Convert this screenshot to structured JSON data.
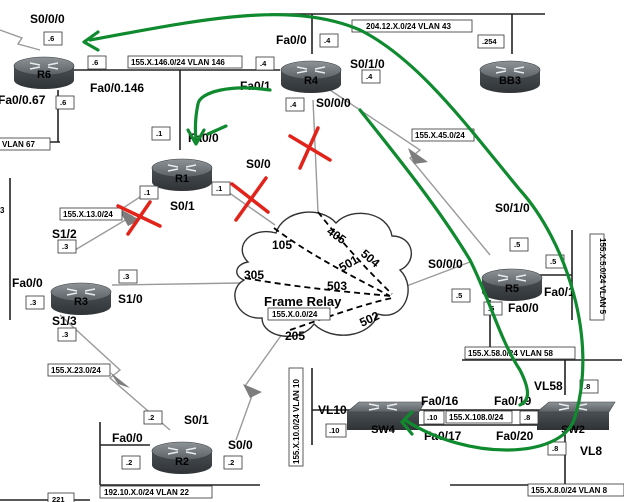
{
  "routers": {
    "r6": "R6",
    "r4": "R4",
    "bb3": "BB3",
    "r1": "R1",
    "r3": "R3",
    "r5": "R5",
    "r2": "R2",
    "sw4": "SW4",
    "sw2": "SW2"
  },
  "labels": {
    "r6_s000": "S0/0/0",
    "r6_fa0067": "Fa0/0.67",
    "r6_fa00146": "Fa0/0.146",
    "r4_fa00": "Fa0/0",
    "r4_s010": "S0/1/0",
    "r4_fa01": "Fa0/1",
    "r4_s000": "S0/0/0",
    "r1_fa00": "Fa0/0",
    "r1_s00": "S0/0",
    "r1_s01": "S0/1",
    "r3_s12": "S1/2",
    "r3_fa00": "Fa0/0",
    "r3_s10": "S1/0",
    "r3_s13": "S1/3",
    "r5_s000_left": "S0/0/0",
    "r5_s010": "S0/1/0",
    "r5_fa01": "Fa0/1",
    "r5_fa00": "Fa0/0",
    "r2_s01": "S0/1",
    "r2_fa00": "Fa0/0",
    "r2_s00": "S0/0",
    "sw4_vl10": "VL10",
    "sw4_fa016": "Fa0/16",
    "sw4_fa017": "Fa0/17",
    "sw2_fa019": "Fa0/19",
    "sw2_fa020": "Fa0/20",
    "sw2_vl58": "VL58",
    "sw2_vl8": "VL8",
    "frame_relay": "Frame Relay"
  },
  "dlci": {
    "d105": "105",
    "d405": "405",
    "d504": "504",
    "d305": "305",
    "d501": "501",
    "d503": "503",
    "d502": "502",
    "d205": "205"
  },
  "subnets": {
    "vlan146": "155.X.146.0/24 VLAN 146",
    "vlan43": "204.12.X.0/24 VLAN 43",
    "vlan67": "VLAN 67",
    "net13": "155.X.13.0/24",
    "net45": "155.X.45.0/24",
    "net5": "155.X.5.0/24 VLAN 5",
    "fr": "155.X.0.0/24",
    "net23": "155.X.23.0/24",
    "vlan58": "155.X.58.0/24 VLAN 58",
    "vlan10": "155.X.10.0/24 VLAN 10",
    "net108": "155.X.108.0/24",
    "vlan22": "192.10.X.0/24 VLAN 22",
    "vlan8": "155.X.8.0/24 VLAN 8",
    "left_cut": "3"
  },
  "hosts": {
    "r6_top": ".6",
    "r6_right": ".6",
    "r6_bottom": ".6",
    "r4_left": ".4",
    "r4_top": ".4",
    "r4_s010": ".4",
    "r4_bottom": ".4",
    "bb3": ".254",
    "r1_top": ".1",
    "r1_left": ".1",
    "r1_right": ".1",
    "r3_top": ".3",
    "r3_right": ".3",
    "r3_left": ".3",
    "r3_bottom": ".3",
    "r5_top": ".5",
    "r5_right": ".5",
    "r5_left": ".5",
    "r5_bottom": ".5",
    "r2_top": ".2",
    "r2_left": ".2",
    "r2_bottom": ".2",
    "sw4_left": ".10",
    "sw4_right": ".10",
    "sw2_left": ".8",
    "sw2_right": ".8",
    "sw2_bottom": ".8",
    "bottom_left_cut": "221"
  },
  "colors": {
    "annotation_green": "#0f8a2e",
    "annotation_red": "#e2231a",
    "router_body": "#5c6266"
  }
}
